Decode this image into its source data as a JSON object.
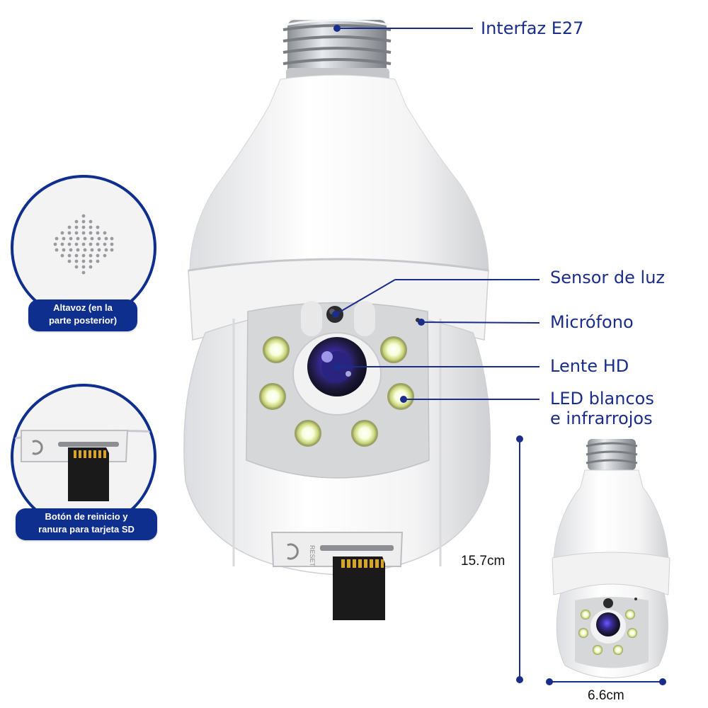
{
  "callouts": {
    "e27": "Interfaz E27",
    "light_sensor": "Sensor de luz",
    "microphone": "Micrófono",
    "lens": "Lente HD",
    "leds_line1": "LED blancos",
    "leds_line2": "e infrarrojos"
  },
  "insets": {
    "speaker_line1": "Altavoz (en la",
    "speaker_line2": "parte posterior)",
    "reset_line1": "Botón de reinicio y",
    "reset_line2": "ranura para tarjeta SD",
    "reset_engraving": "RESET"
  },
  "dimensions": {
    "height": "15.7cm",
    "width": "6.6cm"
  },
  "colors": {
    "accent": "#1a2d8a",
    "pill": "#0f2f8f",
    "line": "#1a2d8a"
  }
}
